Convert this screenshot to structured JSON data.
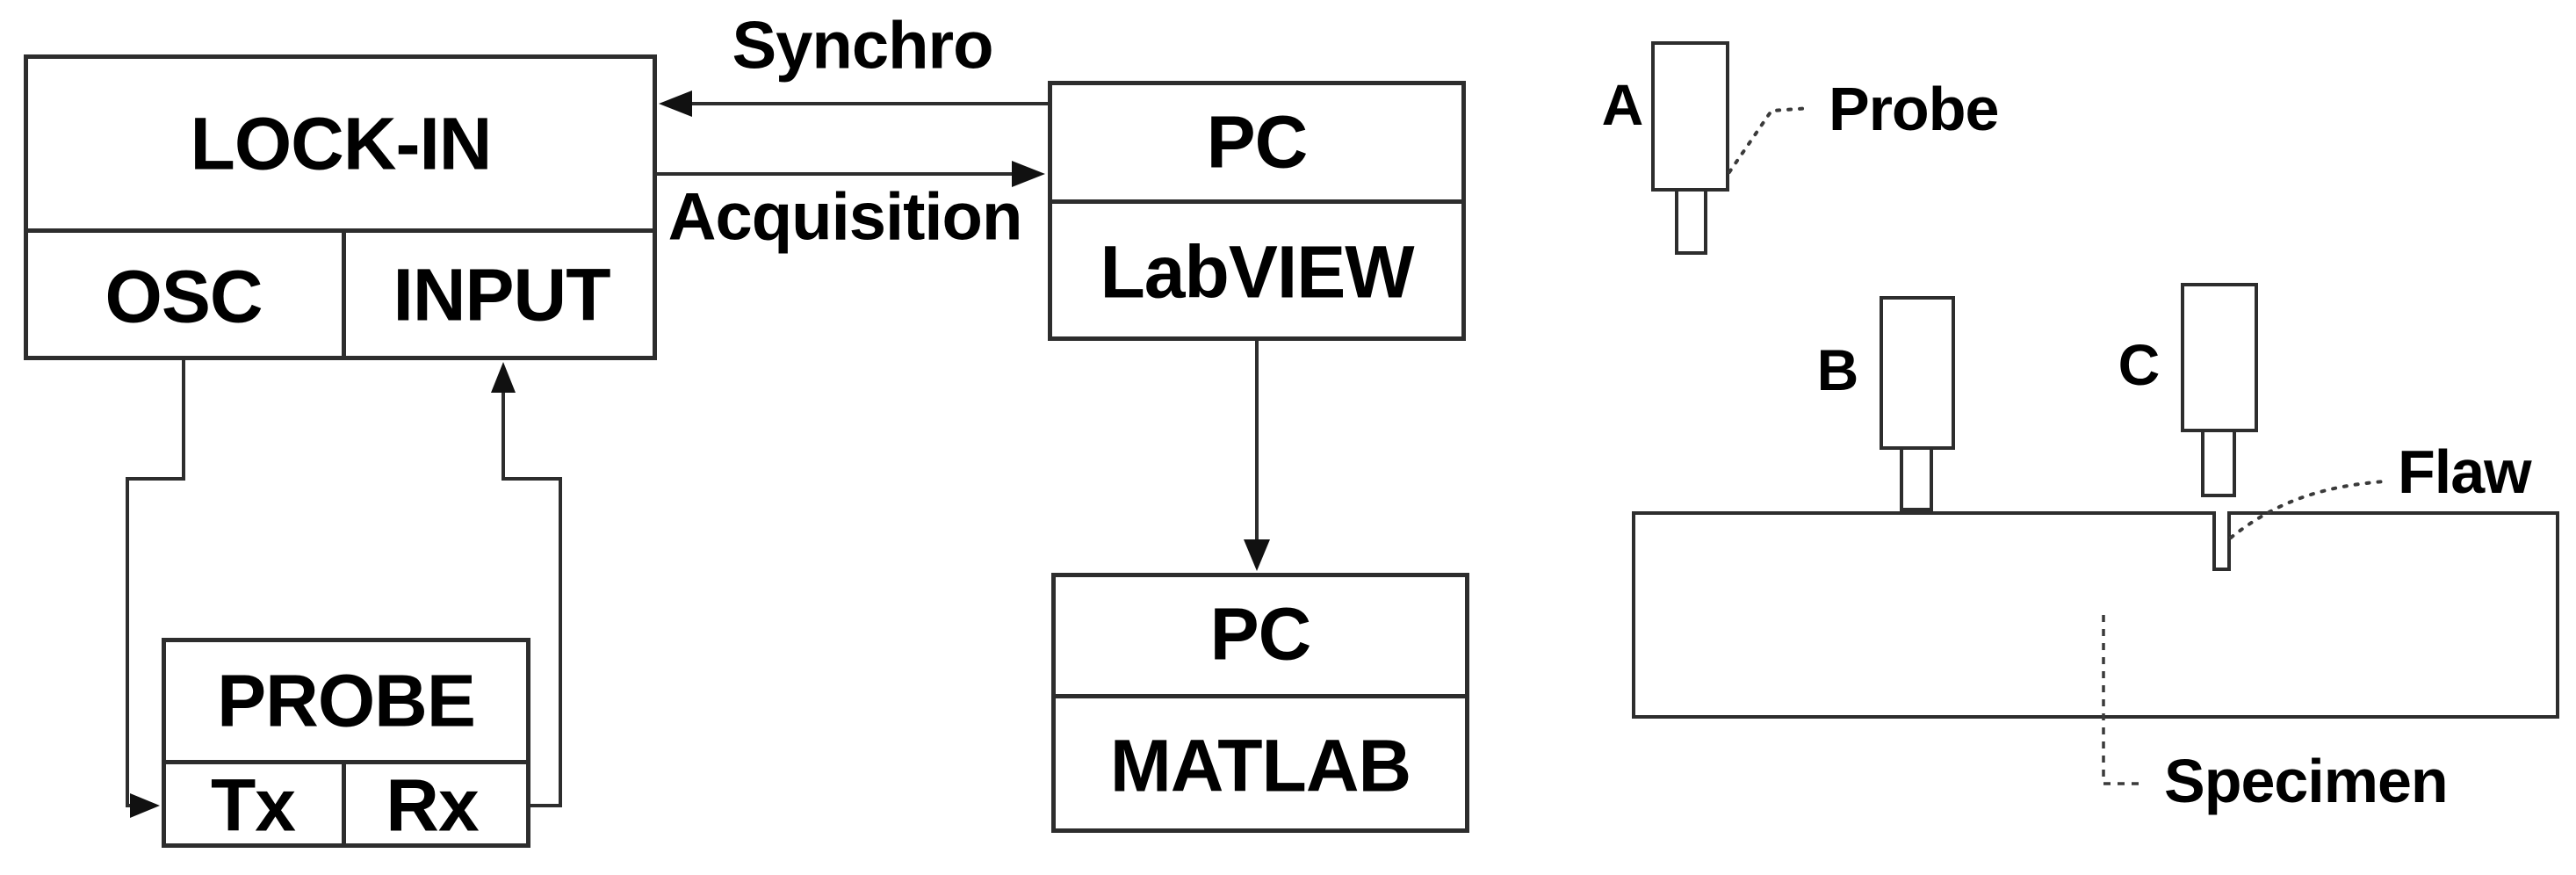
{
  "blocks": {
    "lockin": {
      "title": "LOCK-IN",
      "osc": "OSC",
      "input": "INPUT"
    },
    "probe": {
      "title": "PROBE",
      "tx": "Tx",
      "rx": "Rx"
    },
    "pc_top": {
      "title": "PC",
      "software": "LabVIEW"
    },
    "pc_bottom": {
      "title": "PC",
      "software": "MATLAB"
    }
  },
  "signals": {
    "synchro": "Synchro",
    "acquisition": "Acquisition"
  },
  "sketch": {
    "probe_a": "A",
    "probe_b": "B",
    "probe_c": "C",
    "probe_callout": "Probe",
    "flaw_callout": "Flaw",
    "specimen_callout": "Specimen"
  },
  "colors": {
    "line": "#2d2d2d",
    "text": "#000000",
    "background": "#ffffff"
  }
}
